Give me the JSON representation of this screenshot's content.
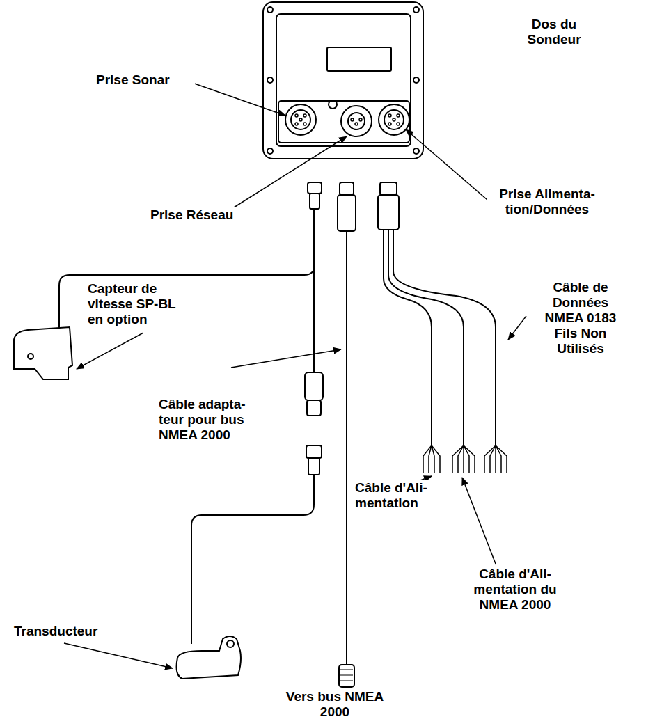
{
  "diagram": {
    "labels": [
      "Dos du Sondeur",
      "Prise Sonar",
      "Prise Réseau",
      "Prise Alimenta-tion/Données",
      "Capteur de vitesse SP-BL en option",
      "Câble adapta-teur pour bus NMEA 2000",
      "Câble de Données NMEA 0183 Fils Non Utilisés",
      "Câble d'Ali-mentation",
      "Câble d'Ali-mentation du NMEA 2000",
      "Transducteur",
      "Vers bus NMEA 2000"
    ]
  }
}
